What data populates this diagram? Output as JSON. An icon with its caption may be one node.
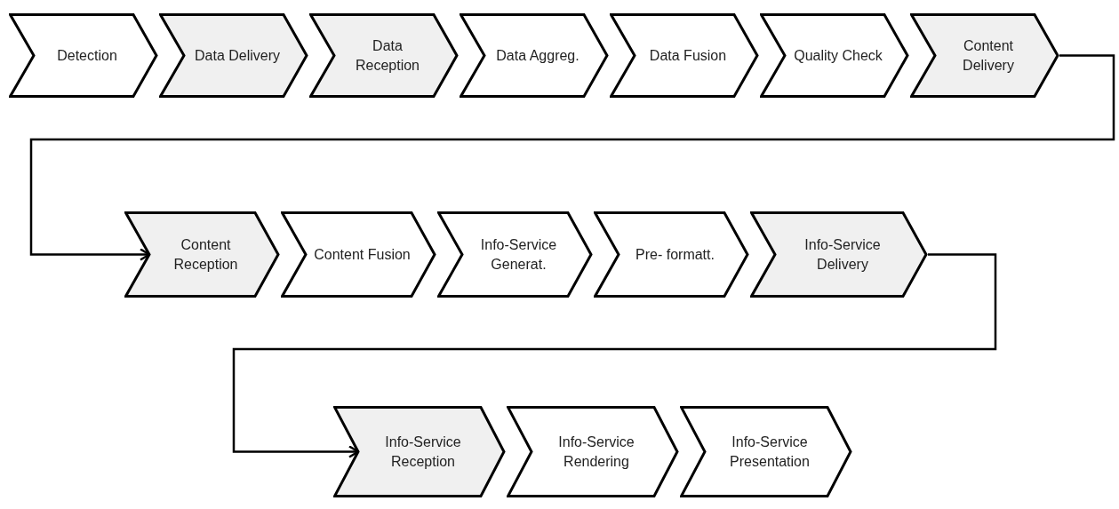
{
  "diagram": {
    "nodes": [
      {
        "text": [
          "Detection"
        ]
      },
      {
        "text": [
          "Data Delivery"
        ]
      },
      {
        "text": [
          "Data Reception"
        ]
      },
      {
        "text": [
          "Data Aggreg."
        ]
      },
      {
        "text": [
          "Data Fusion"
        ]
      },
      {
        "text": [
          "Quality Check"
        ]
      },
      {
        "text": [
          "Content Delivery"
        ]
      },
      {
        "text": [
          "Content Reception"
        ]
      },
      {
        "text": [
          "Content Fusion"
        ]
      },
      {
        "text": [
          "Info-Service Generat."
        ]
      },
      {
        "text": [
          "Pre- formatt."
        ]
      },
      {
        "text": [
          "Info-Service Delivery"
        ]
      },
      {
        "text": [
          "Info-Service Reception"
        ]
      },
      {
        "text": [
          "Info-Service Rendering"
        ]
      },
      {
        "text": [
          "Info-Service Presentation"
        ]
      }
    ],
    "edges": [
      {
        "from": 6,
        "to": 7,
        "arrow": "to"
      },
      {
        "from": 11,
        "to": 12,
        "arrow": "to"
      }
    ]
  }
}
